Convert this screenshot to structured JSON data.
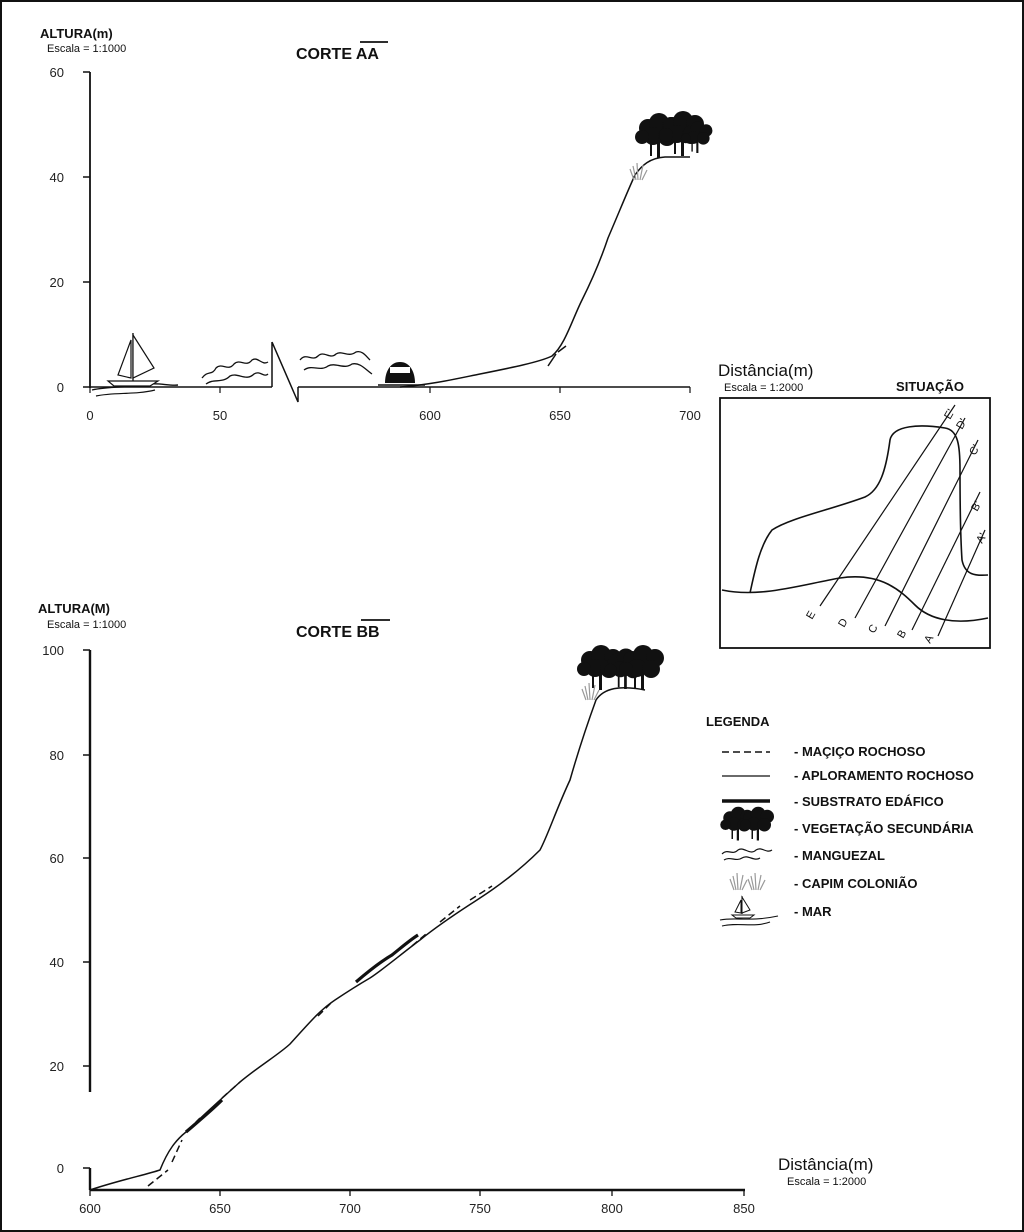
{
  "top": {
    "ylabel": "ALTURA(m)",
    "yscale": "Escala = 1:1000",
    "title": "CORTE AA",
    "yticks": [
      "60",
      "40",
      "20",
      "0"
    ],
    "xticks": [
      "0",
      "50",
      "600",
      "650",
      "700"
    ],
    "xlabel": "Distância(m)",
    "xscale": "Escala = 1:2000"
  },
  "situacao": {
    "title": "SITUAÇÃO",
    "start_labels": [
      "E",
      "D",
      "C",
      "B",
      "A"
    ],
    "end_labels": [
      "E'",
      "D'",
      "C'",
      "B'",
      "A'"
    ]
  },
  "bottom": {
    "ylabel": "ALTURA(M)",
    "yscale": "Escala = 1:1000",
    "title": "CORTE BB",
    "yticks": [
      "100",
      "80",
      "60",
      "40",
      "20",
      "0"
    ],
    "xticks": [
      "600",
      "650",
      "700",
      "750",
      "800",
      "850"
    ],
    "xlabel": "Distância(m)",
    "xscale": "Escala = 1:2000"
  },
  "legend": {
    "title": "LEGENDA",
    "items": [
      {
        "icon": "dashed-line-icon",
        "label": "- MAÇIÇO ROCHOSO"
      },
      {
        "icon": "thin-line-icon",
        "label": "- APLORAMENTO ROCHOSO"
      },
      {
        "icon": "thick-line-icon",
        "label": "- SUBSTRATO EDÁFICO"
      },
      {
        "icon": "tree-icon",
        "label": "- VEGETAÇÃO SECUNDÁRIA"
      },
      {
        "icon": "mangrove-icon",
        "label": "- MANGUEZAL"
      },
      {
        "icon": "grass-icon",
        "label": "- CAPIM COLONIÃO"
      },
      {
        "icon": "sailboat-icon",
        "label": "- MAR"
      }
    ]
  }
}
